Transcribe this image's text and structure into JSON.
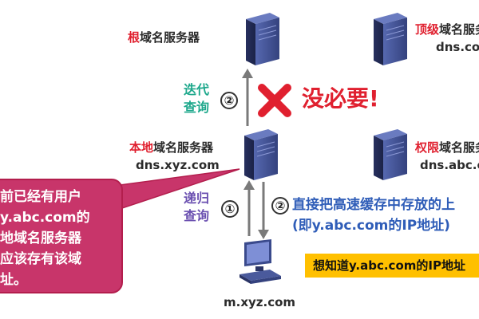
{
  "servers": {
    "root": {
      "name_red": "根",
      "name_rest": "域名服务器"
    },
    "tld": {
      "name_red": "顶级",
      "name_rest": "域名服务器",
      "domain": "dns.com"
    },
    "local": {
      "name_red": "本地",
      "name_rest": "域名服务器",
      "domain": "dns.xyz.com"
    },
    "auth": {
      "name_red": "权限",
      "name_rest": "域名服务器",
      "domain": "dns.abc.com"
    }
  },
  "host": {
    "domain": "m.xyz.com"
  },
  "iterative": {
    "line1": "迭代",
    "line2": "查询",
    "step": "②"
  },
  "recursive": {
    "line1": "递归",
    "line2": "查询",
    "step": "①"
  },
  "no_need": "没必要!",
  "reply": {
    "step": "②",
    "line1": "直接把高速缓存中存放的上",
    "line2": "(即y.abc.com的IP地址)"
  },
  "want_to_know": "想知道y.abc.com的IP地址",
  "callout": {
    "lines": [
      "前已经有用户",
      "y.abc.com的",
      "地域名服务器",
      "应该存有该域",
      "址。"
    ]
  },
  "colors": {
    "red": "#e0202f",
    "green": "#1ea88c",
    "purple": "#6a4fb0",
    "pink": "#c8356a",
    "blue": "#2f5db8",
    "yellow": "#ffc000",
    "server": "#3a4a8c"
  }
}
